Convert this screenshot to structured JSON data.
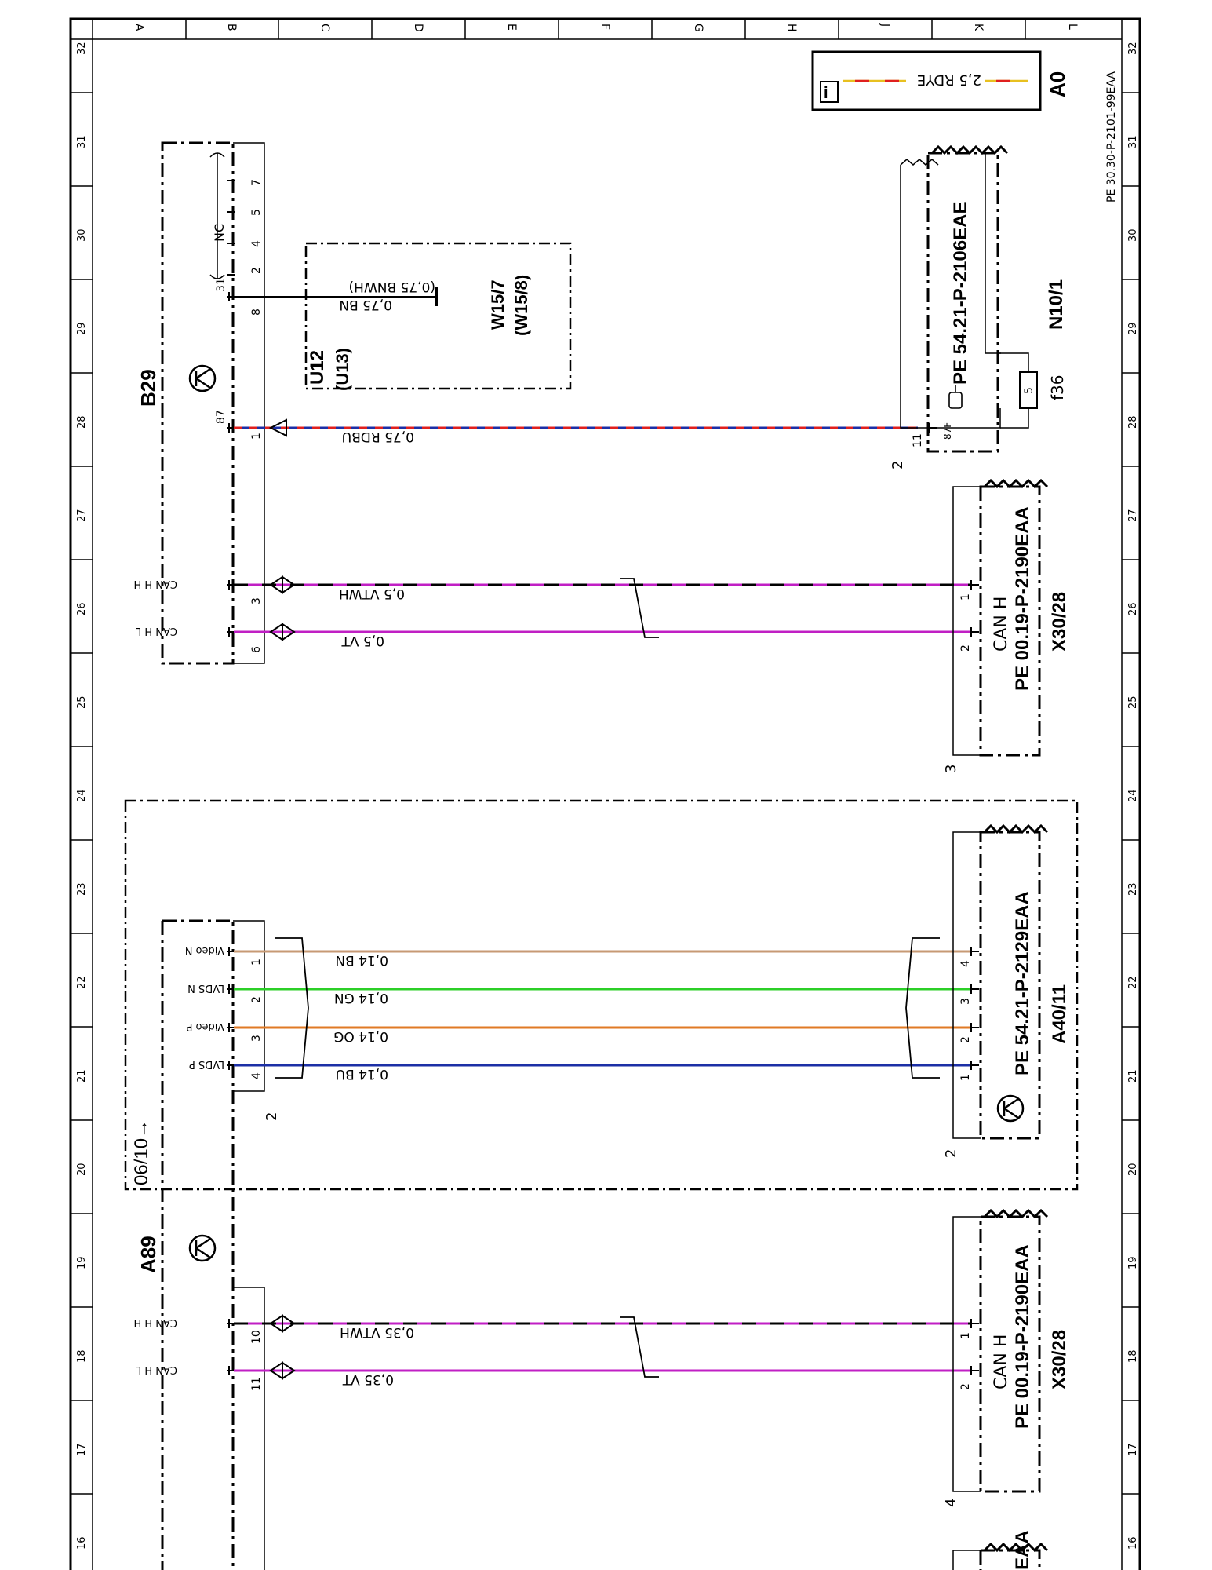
{
  "sheet": {
    "doc_ref": "PE 30.30-P-2101-99EAA",
    "page_code": "A0",
    "legend_wire": "2,5 RDYE",
    "info_icon": "i",
    "col_labels": [
      "A",
      "B",
      "C",
      "D",
      "E",
      "F",
      "G",
      "H",
      "J",
      "K",
      "L"
    ],
    "row_labels": [
      "32",
      "31",
      "30",
      "29",
      "28",
      "27",
      "26",
      "25",
      "24",
      "23",
      "22",
      "21",
      "20",
      "19",
      "18",
      "17",
      "16"
    ]
  },
  "components": {
    "b29": {
      "name": "B29",
      "nc_label": "NC",
      "nc_pins": [
        "2",
        "4",
        "5",
        "7"
      ],
      "pin_31": "31",
      "pin_31_num": "8",
      "pin_87": "87",
      "pin_87_num": "1",
      "can_h_label": "CAN H H",
      "can_h_num": "3",
      "can_l_label": "CAN H L",
      "can_l_num": "6"
    },
    "u12": {
      "name": "U12",
      "alt": "(U13)",
      "wire_a": "0,75 BN",
      "wire_b": "(0,75 BNWH)",
      "ground": "W15/7",
      "ground_alt": "(W15/8)"
    },
    "n10": {
      "name": "N10/1",
      "ref": "PE 54.21-P-2106EAE",
      "pin_num": "11",
      "pin_label": "87F",
      "fuse_num": "5",
      "fuse_name": "f36",
      "wire_count": "2"
    },
    "x30_top": {
      "name": "X30/28",
      "ref": "PE 00.19-P-2190EAA",
      "signal": "CAN H",
      "pin1": "1",
      "pin2": "2",
      "wire_count": "3"
    },
    "a40": {
      "name": "A40/11",
      "ref": "PE 54.21-P-2129EAA",
      "pins": [
        "4",
        "3",
        "2",
        "1"
      ],
      "wire_count": "2"
    },
    "a89": {
      "name": "A89",
      "version": "06/10→",
      "video_n": "Video N",
      "lvds_n": "LVDS N",
      "video_p": "Video P",
      "lvds_p": "LVDS P",
      "vid_pins": [
        "1",
        "2",
        "3",
        "4"
      ],
      "vid_wire_count": "2",
      "can_h_label": "CAN H H",
      "can_h_num": "10",
      "can_l_label": "CAN H L",
      "can_l_num": "11"
    },
    "x30_bottom": {
      "name": "X30/28",
      "ref": "PE 00.19-P-2190EAA",
      "signal": "CAN H",
      "pin1": "1",
      "pin2": "2",
      "wire_count": "4"
    },
    "partial_bottom": {
      "ref_fragment": "EAA"
    }
  },
  "wires": {
    "w87": "0,75 RDBU",
    "can_h_top": "0,5 VTWH",
    "can_l_top": "0,5 VT",
    "video_n": "0,14 BN",
    "lvds_n": "0,14 GN",
    "video_p": "0,14 OG",
    "lvds_p": "0,14 BU",
    "can_h_bottom": "0,35 VTWH",
    "can_l_bottom": "0,35 VT"
  },
  "colors": {
    "red": "#e0201e",
    "blue": "#1c2fa6",
    "violet": "#c01fc4",
    "brown": "#c79a74",
    "green": "#2ccf28",
    "orange": "#e07a25",
    "yellow": "#e8c020"
  }
}
